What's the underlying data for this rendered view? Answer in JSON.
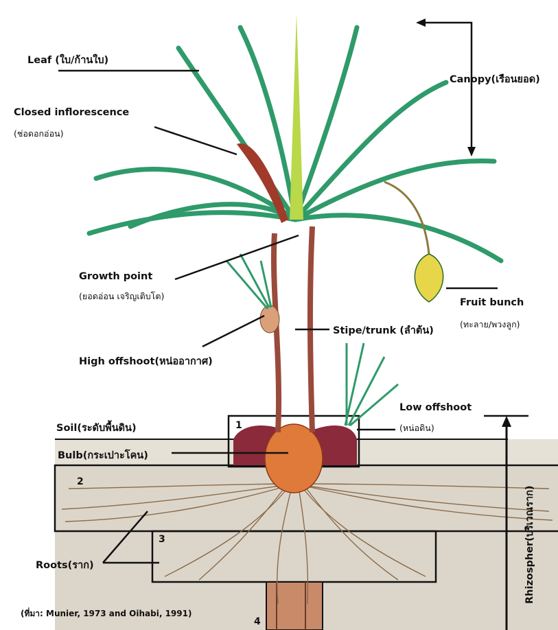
{
  "labels": {
    "leaf": "Leaf (ใบ/ก้านใบ)",
    "closed_inflorescence": "Closed inflorescence",
    "closed_inflorescence_th": "(ช่อดอกอ่อน)",
    "canopy": "Canopy(เรือนยอด)",
    "growth_point": "Growth point",
    "growth_point_th": "(ยอดอ่อน เจริญเติบโต)",
    "fruit_bunch": "Fruit bunch",
    "fruit_bunch_th": "(ทะลาย/พวงลูก)",
    "stipe_trunk": "Stipe/trunk (ลำต้น)",
    "high_offshoot": "High offshoot(หน่ออากาศ)",
    "low_offshoot": "Low offshoot",
    "low_offshoot_th": "(หน่อดิน)",
    "soil": "Soil(ระดับพื้นดิน)",
    "bulb": "Bulb(กระเปาะโคน)",
    "roots": "Roots(ราก)",
    "rhizosphere": "Rhizospher(บริเวณราก)",
    "source": "(ที่มา: Munier, 1973 and Oihabi, 1991)"
  },
  "zones": [
    "1",
    "2",
    "3",
    "4"
  ],
  "colors": {
    "leaf": "#2f9a6a",
    "leaf_dark": "#1f7a52",
    "spear": "#b9d84a",
    "trunk": "#9a4a3a",
    "bulb": "#e07a3a",
    "bulb_base": "#8a2a3a",
    "roots": "#8a6a4a",
    "soil": "#d9d2c4",
    "fruit": "#e8d64a",
    "outline": "#111111"
  }
}
